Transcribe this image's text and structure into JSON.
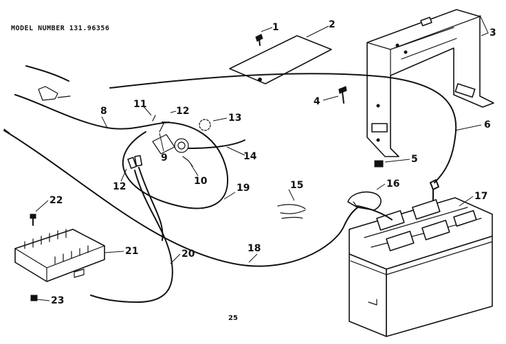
{
  "header": {
    "model_label": "MODEL NUMBER 131.96356"
  },
  "footer": {
    "page_number": "25"
  },
  "callouts": {
    "c1": "1",
    "c2": "2",
    "c3": "3",
    "c4": "4",
    "c5": "5",
    "c6": "6",
    "c8": "8",
    "c9": "9",
    "c10": "10",
    "c11": "11",
    "c12a": "12",
    "c12b": "12",
    "c13": "13",
    "c14": "14",
    "c15": "15",
    "c16": "16",
    "c17": "17",
    "c18": "18",
    "c19": "19",
    "c20": "20",
    "c21": "21",
    "c22": "22",
    "c23": "23"
  }
}
